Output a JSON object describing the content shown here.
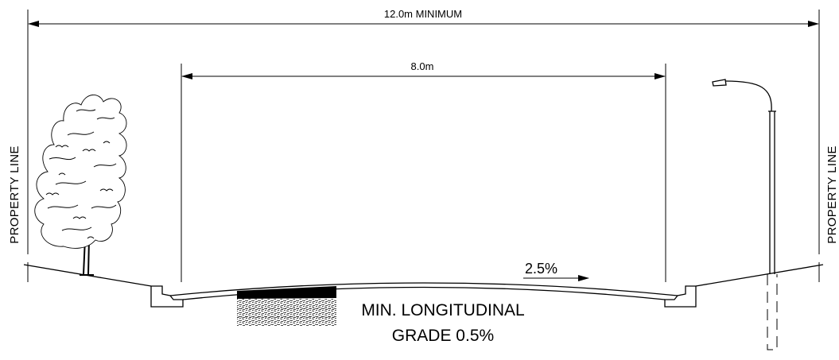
{
  "dimensions": {
    "overall_label": "12.0m MINIMUM",
    "roadway_label": "8.0m"
  },
  "property_line_left": "PROPERTY LINE",
  "property_line_right": "PROPERTY LINE",
  "cross_slope_label": "2.5%",
  "grade_note": {
    "line1": "MIN. LONGITUDINAL",
    "line2": "GRADE 0.5%"
  }
}
